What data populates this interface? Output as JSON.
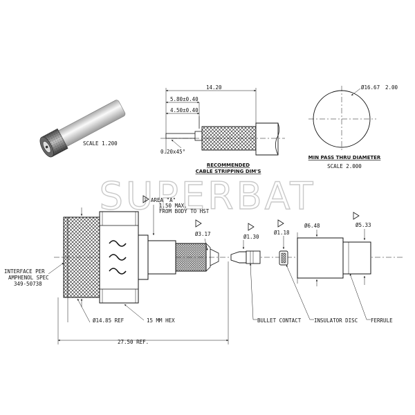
{
  "watermark": "SUPERBAT",
  "photo": {
    "scale": "SCALE  1.200"
  },
  "stripping": {
    "dim_overall": "14.20",
    "dim_a": "5.80±0.40",
    "dim_b": "4.50±0.40",
    "chamfer": "0.20x45°",
    "title_line1": "RECOMMENDED",
    "title_line2": "CABLE STRIPPING DIM'S"
  },
  "min_pass": {
    "dia": "Ø16.67",
    "dia_val": "2.00",
    "title": "MIN PASS THRU DIAMETER",
    "scale": "SCALE  2.000"
  },
  "assembly": {
    "flag_1": "1",
    "area_line1": "AREA \"A\"",
    "area_line2": "1.50 MAX.",
    "area_line3": "FROM BODY TO HST",
    "interface_line1": "INTERFACE PER",
    "interface_line2": "AMPHENOL SPEC",
    "interface_line3": "349-50738",
    "dia_317": "Ø3.17",
    "dia_130": "Ø1.30",
    "dia_118": "Ø1.18",
    "dia_648": "Ø6.48",
    "dia_533": "Ø5.33",
    "dia_1485": "Ø14.85 REF",
    "hex": "15 MM HEX",
    "overall": "27.50 REF.",
    "bullet": "BULLET CONTACT",
    "insulator": "INSULATOR DISC",
    "ferrule": "FERRULE"
  }
}
